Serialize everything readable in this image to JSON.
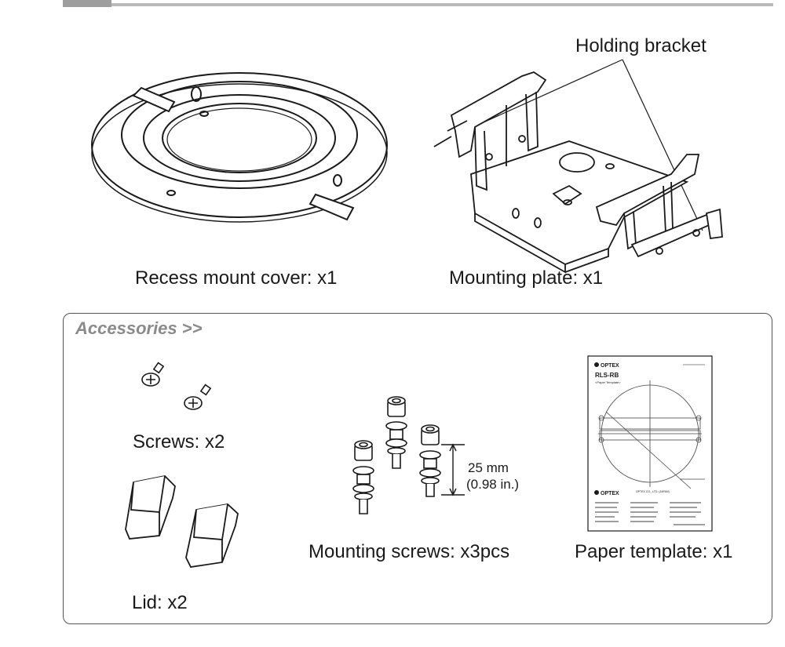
{
  "products": {
    "holding_bracket_label": "Holding bracket",
    "recess_cover_label": "Recess mount cover: x1",
    "mounting_plate_label": "Mounting plate: x1"
  },
  "accessories": {
    "title": "Accessories >>",
    "screws_label": "Screws: x2",
    "lid_label": "Lid: x2",
    "mounting_screws_label": "Mounting screws: x3pcs",
    "dimension_line1": "25 mm",
    "dimension_line2": "(0.98 in.)",
    "paper_template_label": "Paper template: x1"
  },
  "template_sheet": {
    "brand": "OPTEX",
    "model": "RLS-RB",
    "subtitle": "<Paper Template>",
    "company": "OPTEX CO., LTD. (JAPAN)"
  },
  "colors": {
    "title_gray": "#8a8a8a",
    "header_bar": "#9e9e9e",
    "line_art": "#1a1a1a"
  }
}
